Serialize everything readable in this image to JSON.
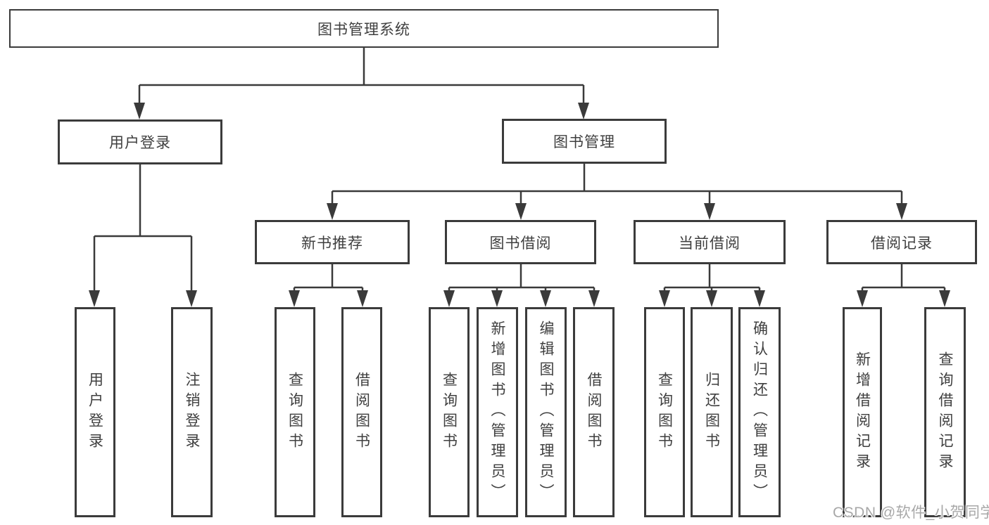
{
  "watermark": "CSDN @软件_小贺同学",
  "tree": {
    "root": {
      "label": "图书管理系统"
    },
    "user_login": {
      "label": "用户登录",
      "children": [
        {
          "label": "用户登录"
        },
        {
          "label": "注销登录"
        }
      ]
    },
    "book_management": {
      "label": "图书管理",
      "groups": [
        {
          "label": "新书推荐",
          "children": [
            {
              "label": "查询图书"
            },
            {
              "label": "借阅图书"
            }
          ]
        },
        {
          "label": "图书借阅",
          "children": [
            {
              "label": "查询图书"
            },
            {
              "label": "新增图书（管理员）"
            },
            {
              "label": "编辑图书（管理员）"
            },
            {
              "label": "借阅图书"
            }
          ]
        },
        {
          "label": "当前借阅",
          "children": [
            {
              "label": "查询图书"
            },
            {
              "label": "归还图书"
            },
            {
              "label": "确认归还（管理员）"
            }
          ]
        },
        {
          "label": "借阅记录",
          "children": [
            {
              "label": "新增借阅记录"
            },
            {
              "label": "查询借阅记录"
            }
          ]
        }
      ]
    }
  }
}
